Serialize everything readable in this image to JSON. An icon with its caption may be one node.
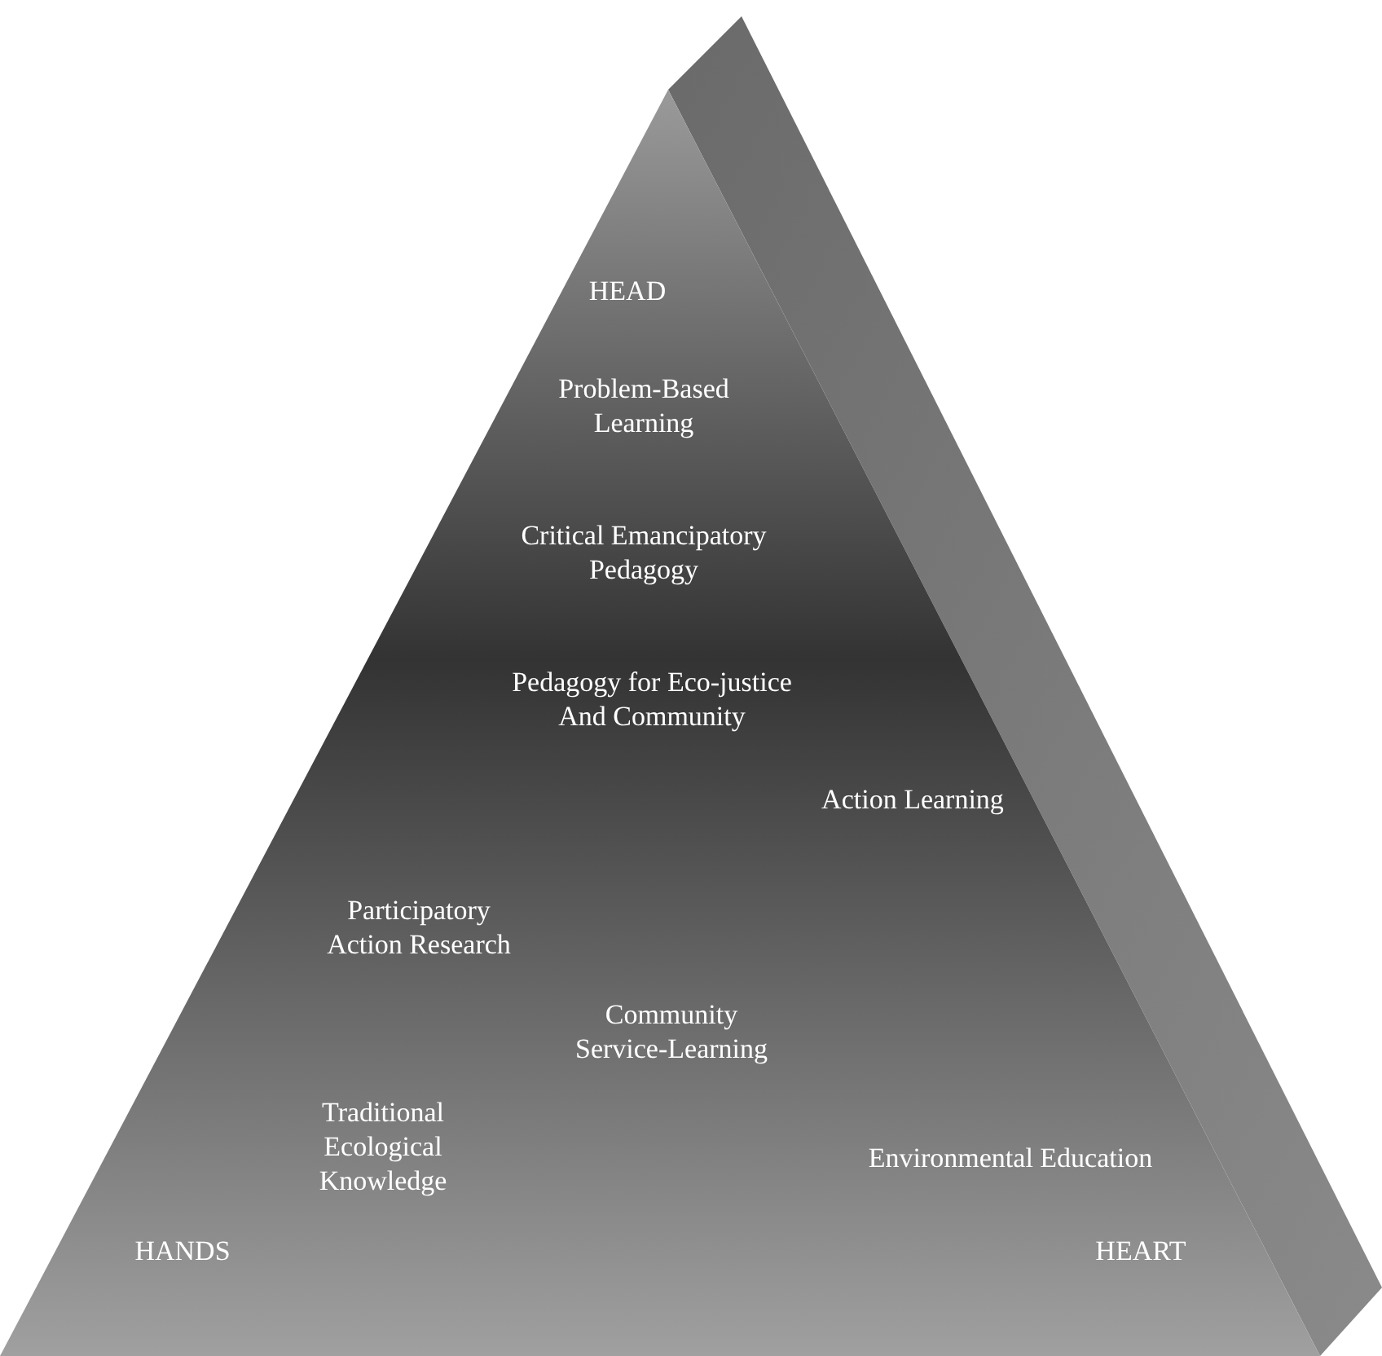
{
  "diagram": {
    "nodes": [
      {
        "text": [
          "HEAD",
          "Problem-Based Learning",
          "Critical Emancipatory Pedagogy",
          "Pedagogy for Eco-justice And Community",
          "Action Learning",
          "Participatory Action Research",
          "Community Service-Learning",
          "Traditional Ecological Knowledge",
          "Environmental Education",
          "HANDS",
          "HEART"
        ]
      }
    ]
  }
}
